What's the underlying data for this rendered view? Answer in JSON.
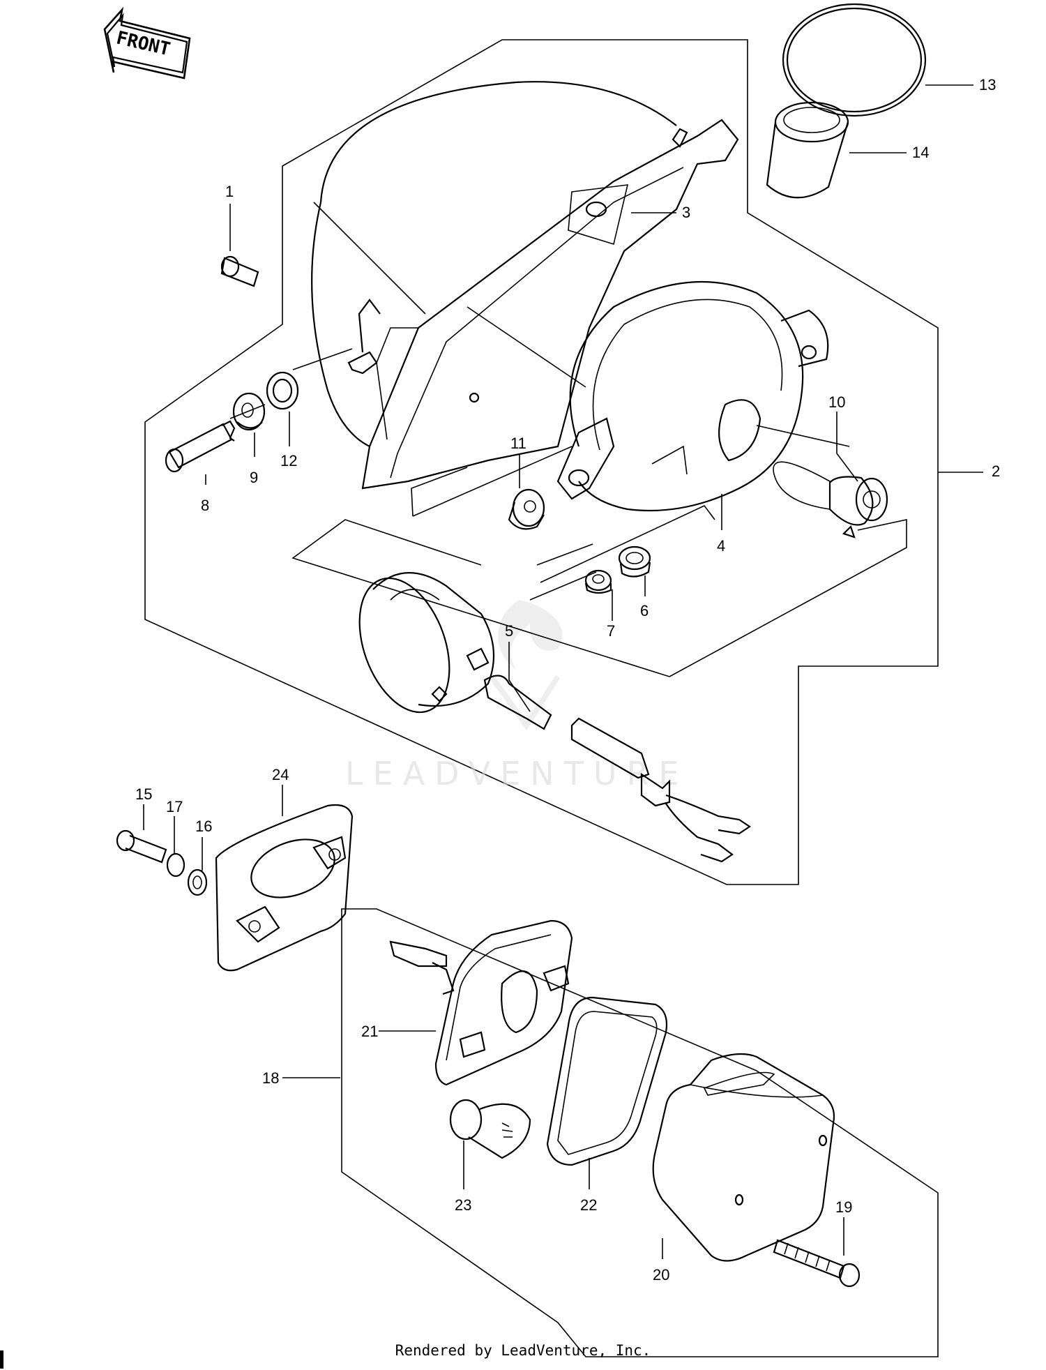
{
  "front_label": "FRONT",
  "watermark": "LEADVENTURE",
  "footer": "Rendered by LeadVenture, Inc.",
  "callouts": {
    "c1": "1",
    "c2": "2",
    "c3": "3",
    "c4": "4",
    "c5": "5",
    "c6": "6",
    "c7": "7",
    "c8": "8",
    "c9": "9",
    "c10": "10",
    "c11": "11",
    "c12": "12",
    "c13": "13",
    "c14": "14",
    "c15": "15",
    "c16": "16",
    "c17": "17",
    "c18": "18",
    "c19": "19",
    "c20": "20",
    "c21": "21",
    "c22": "22",
    "c23": "23",
    "c24": "24"
  }
}
